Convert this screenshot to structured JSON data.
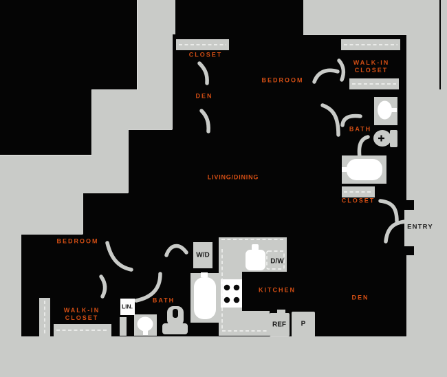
{
  "colors": {
    "background_gray": "#c9cbc8",
    "wall_black": "#050505",
    "room_label_orange": "#d34e14",
    "fixture_gray": "#c9cbc8",
    "fixture_white": "#ffffff"
  },
  "floor_plan": {
    "rooms": {
      "closet_top": {
        "label": "CLOSET"
      },
      "den_top": {
        "label": "DEN"
      },
      "bedroom_top": {
        "label": "BEDROOM"
      },
      "walkin_top": {
        "line1": "WALK-IN",
        "line2": "CLOSET"
      },
      "bath_right": {
        "label": "BATH"
      },
      "closet_right": {
        "label": "CLOSET"
      },
      "living_dining": {
        "label": "LIVING/DINING"
      },
      "bedroom_lower": {
        "label": "BEDROOM"
      },
      "walkin_lower": {
        "line1": "WALK-IN",
        "line2": "CLOSET"
      },
      "bath_lower": {
        "label": "BATH"
      },
      "kitchen": {
        "label": "KITCHEN"
      },
      "den_lower": {
        "label": "DEN"
      }
    },
    "markers": {
      "entry": {
        "label": "ENTRY"
      },
      "washer_dryer": {
        "label": "W/D"
      },
      "dishwasher": {
        "label": "D/W"
      },
      "refrigerator": {
        "label": "REF"
      },
      "pantry": {
        "label": "P"
      },
      "linen": {
        "label": "LIN."
      }
    }
  }
}
